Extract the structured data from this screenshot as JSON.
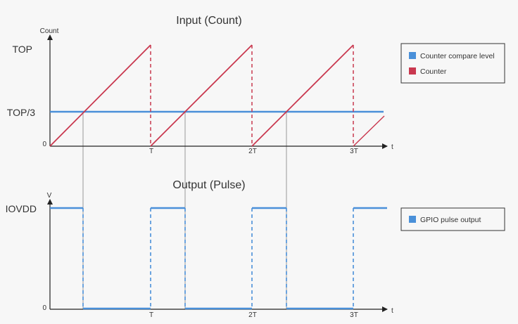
{
  "top_panel": {
    "title": "Input (Count)",
    "y_axis_label": "Count",
    "x_axis_label": "t",
    "y_ticks": [
      "TOP",
      "TOP/3",
      "0"
    ],
    "x_ticks": [
      "T",
      "2T",
      "3T"
    ],
    "legend": [
      {
        "label": "Counter compare level",
        "color": "#4a90d9"
      },
      {
        "label": "Counter",
        "color": "#c9384f"
      }
    ]
  },
  "bottom_panel": {
    "title": "Output (Pulse)",
    "y_axis_label": "V",
    "x_axis_label": "t",
    "y_ticks": [
      "IOVDD",
      "0"
    ],
    "x_ticks": [
      "T",
      "2T",
      "3T"
    ],
    "legend": [
      {
        "label": "GPIO pulse output",
        "color": "#4a90d9"
      }
    ]
  },
  "colors": {
    "compare": "#4a90d9",
    "counter": "#c9384f",
    "output": "#4a90d9",
    "axis": "#222222",
    "guide": "#9a9a9a"
  }
}
